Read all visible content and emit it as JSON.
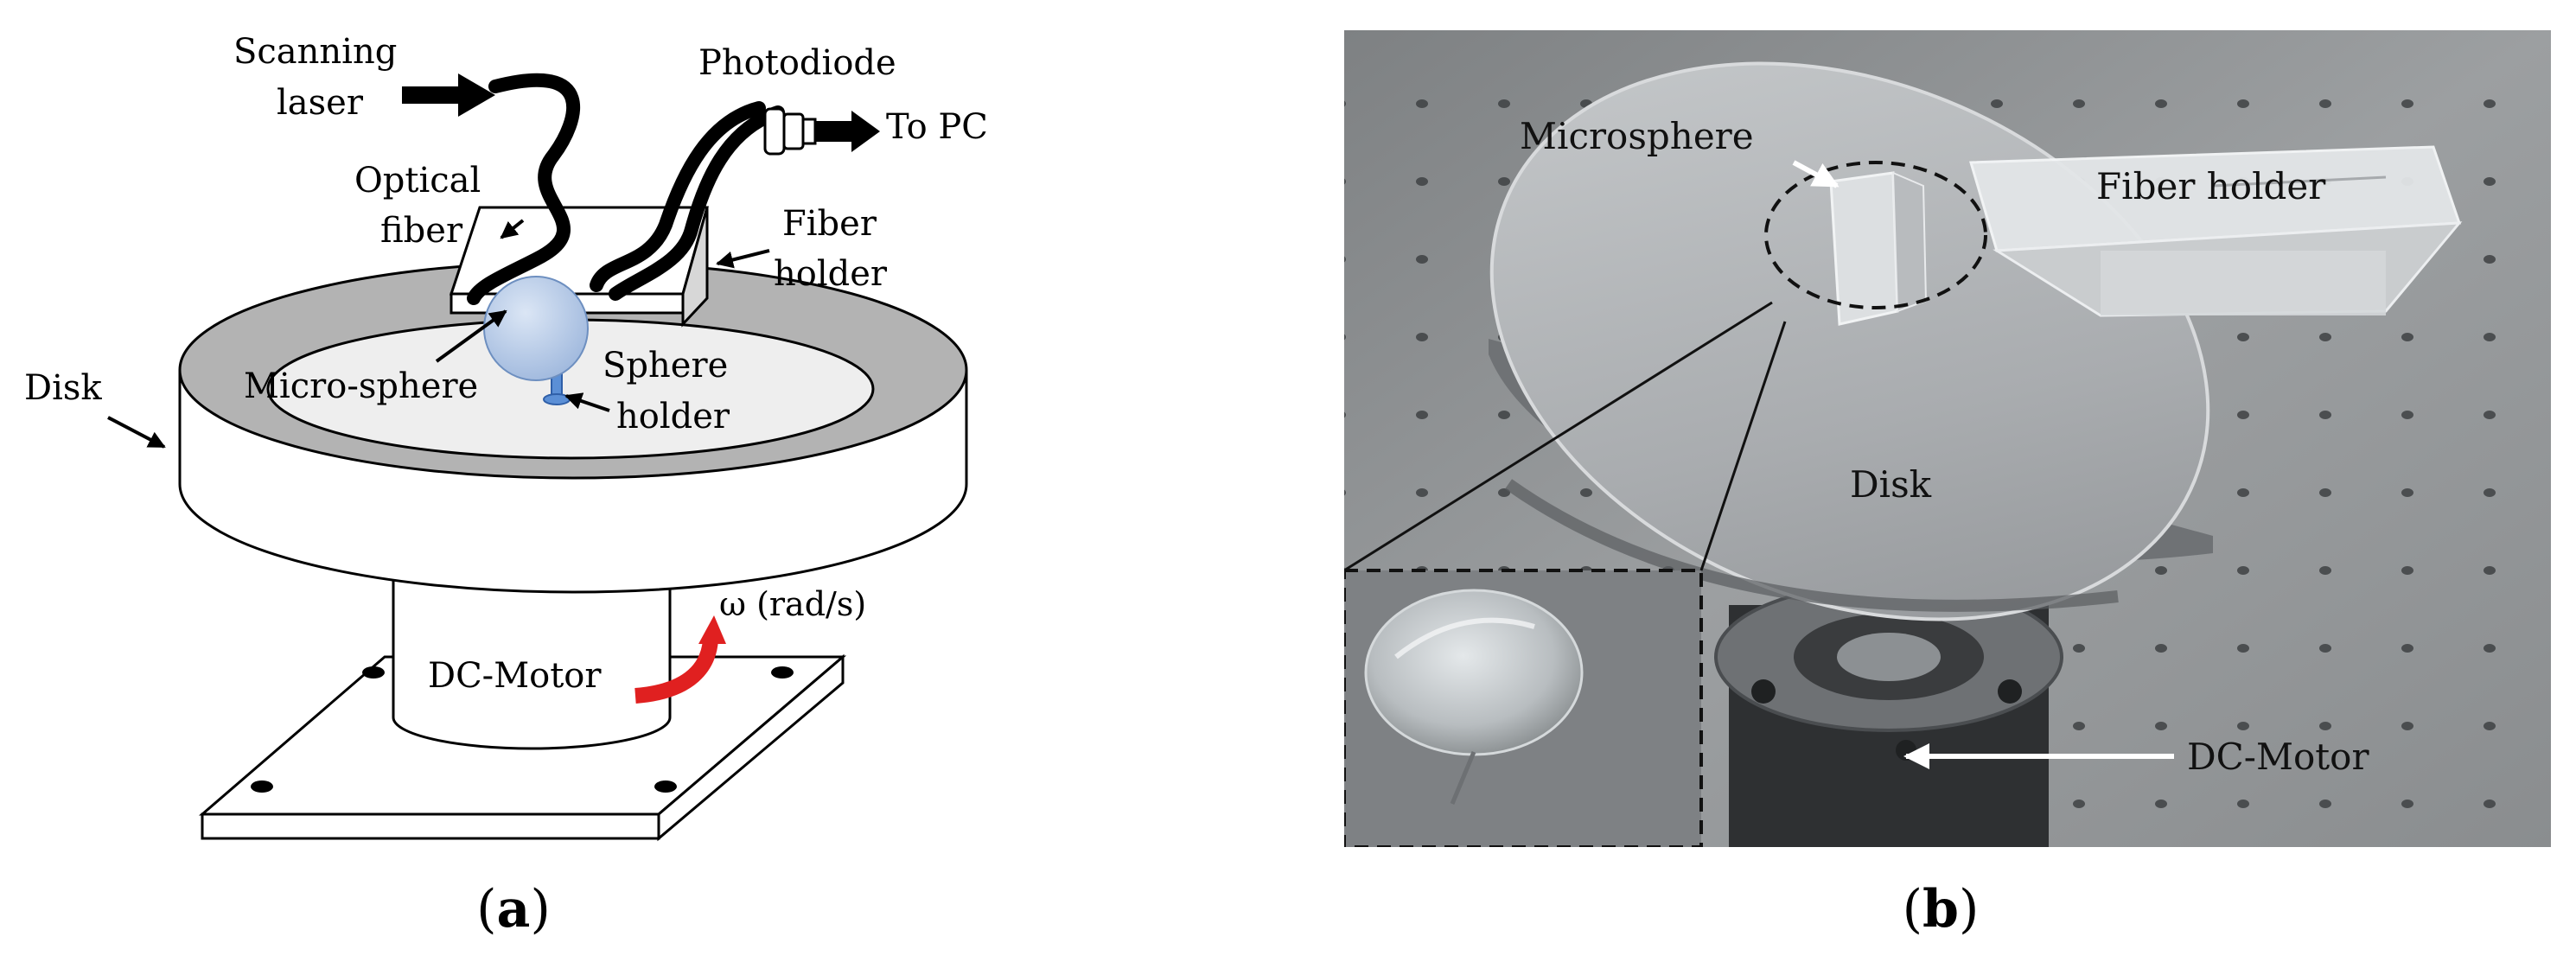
{
  "panel_a": {
    "caption_open": "(",
    "caption_letter": "a",
    "caption_close": ")",
    "labels": {
      "scanning_laser_line1": "Scanning",
      "scanning_laser_line2": "laser",
      "photodiode": "Photodiode",
      "to_pc": "To PC",
      "optical_fiber_line1": "Optical",
      "optical_fiber_line2": "fiber",
      "fiber_holder_line1": "Fiber",
      "fiber_holder_line2": "holder",
      "disk": "Disk",
      "micro_sphere": "Micro-sphere",
      "sphere_holder_line1": "Sphere",
      "sphere_holder_line2": "holder",
      "dc_motor": "DC-Motor",
      "omega": "ω (rad/s)"
    },
    "colors": {
      "sphere_fill": "#b3c8e6",
      "sphere_holder_fill": "#5b8fd6",
      "disk_rim": "#b3b3b3",
      "disk_inner": "#eeeeee",
      "rotation_arrow": "#e02020"
    }
  },
  "panel_b": {
    "caption_open": "(",
    "caption_letter": "b",
    "caption_close": ")",
    "labels": {
      "microsphere": "Microsphere",
      "fiber_holder": "Fiber holder",
      "disk": "Disk",
      "dc_motor": "DC-Motor"
    },
    "colors": {
      "table": "#8d9092",
      "table_holes": "#3e4143",
      "disk_top": "#b3b6b9",
      "motor": "#3a3c3e"
    }
  }
}
